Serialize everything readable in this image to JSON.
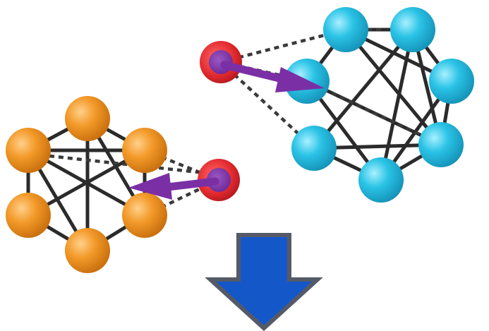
{
  "colors": {
    "background": "#ffffff",
    "orange_node": "#f39a2a",
    "orange_node_dark": "#c86e0c",
    "blue_node": "#2ac3e6",
    "blue_node_dark": "#1592b8",
    "red_node_ring": "#e22a2f",
    "red_node_core": "#7a2fa3",
    "move_arrow": "#7b2fa5",
    "edge": "#2b2b2b",
    "down_arrow_fill": "#1457c9",
    "down_arrow_border": "#555a66"
  },
  "diagram": {
    "description_items": [
      "orange-cluster",
      "blue-cluster",
      "red-transfer-node",
      "down-arrow"
    ],
    "orange_cluster": {
      "node_count": 6,
      "icon": "orange-sphere-icon"
    },
    "blue_cluster": {
      "node_count": 7,
      "icon": "blue-sphere-icon"
    },
    "red_nodes": {
      "count": 2,
      "icon": "red-purple-node-icon"
    },
    "down_arrow": {
      "icon": "down-arrow-icon",
      "direction": "down"
    }
  }
}
